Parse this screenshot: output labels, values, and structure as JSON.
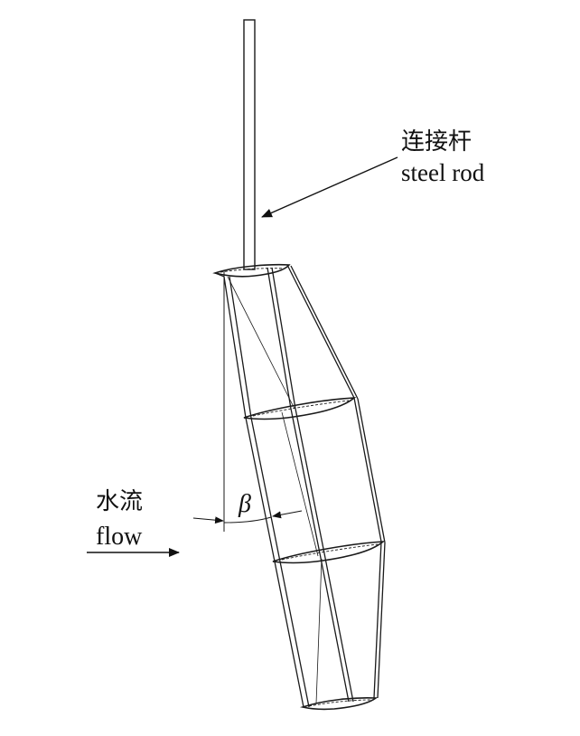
{
  "labels": {
    "rod_cn": "连接杆",
    "rod_en": "steel rod",
    "flow_cn": "水流",
    "flow_en": "flow",
    "angle": "β"
  },
  "colors": {
    "line": "#1a1a1a",
    "background": "#ffffff"
  }
}
